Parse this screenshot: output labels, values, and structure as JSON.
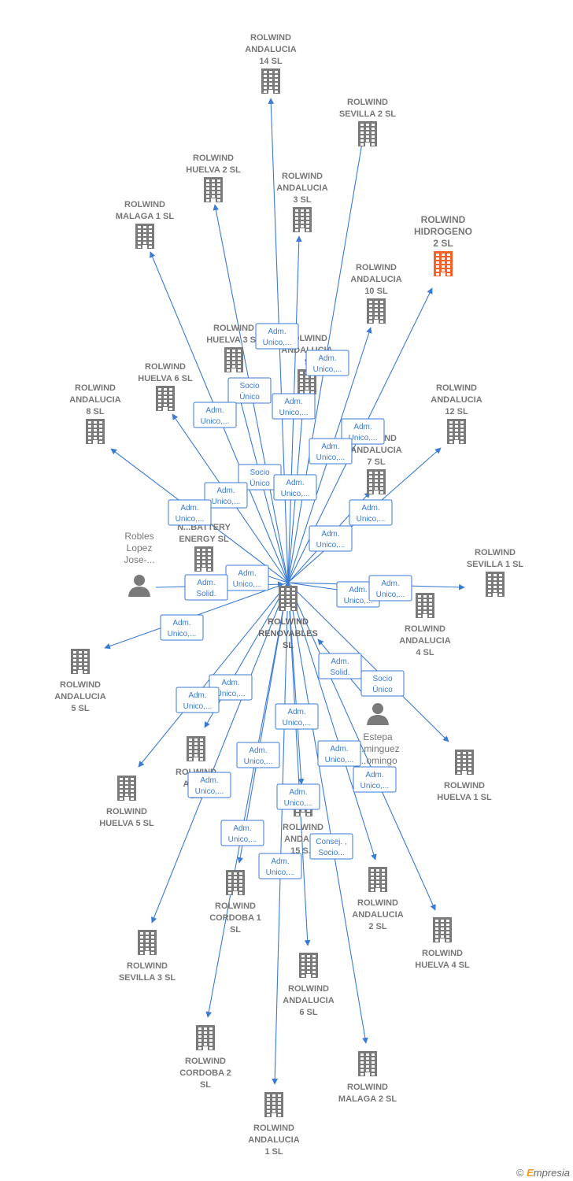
{
  "colors": {
    "edge": "#3a7bd5",
    "node": "#7a7a7a",
    "highlight": "#f4622a"
  },
  "center": {
    "id": "renovables",
    "lines": [
      "ROLWIND",
      "RENOVABLES",
      "SL"
    ]
  },
  "companies": [
    {
      "id": "and14",
      "lines": [
        "ROLWIND",
        "ANDALUCIA",
        "14  SL"
      ]
    },
    {
      "id": "sev2",
      "lines": [
        "ROLWIND",
        "SEVILLA 2  SL"
      ]
    },
    {
      "id": "hue2",
      "lines": [
        "ROLWIND",
        "HUELVA 2  SL"
      ]
    },
    {
      "id": "and3",
      "lines": [
        "ROLWIND",
        "ANDALUCIA",
        "3  SL"
      ]
    },
    {
      "id": "hidro",
      "lines": [
        "ROLWIND",
        "HIDROGENO",
        "2  SL"
      ],
      "highlight": true
    },
    {
      "id": "mal1",
      "lines": [
        "ROLWIND",
        "MALAGA 1  SL"
      ]
    },
    {
      "id": "and10",
      "lines": [
        "ROLWIND",
        "ANDALUCIA",
        "10  SL"
      ]
    },
    {
      "id": "hue3",
      "lines": [
        "ROLWIND",
        "HUELVA 3  SL"
      ]
    },
    {
      "id": "and9",
      "lines": [
        "ROLWIND",
        "ANDALUCIA",
        "9"
      ]
    },
    {
      "id": "hue6",
      "lines": [
        "ROLWIND",
        "HUELVA 6  SL"
      ]
    },
    {
      "id": "and8",
      "lines": [
        "ROLWIND",
        "ANDALUCIA",
        "8  SL"
      ]
    },
    {
      "id": "and12",
      "lines": [
        "ROLWIND",
        "ANDALUCIA",
        "12  SL"
      ]
    },
    {
      "id": "and7",
      "lines": [
        "ROLWIND",
        "ANDALUCIA",
        "7  SL"
      ]
    },
    {
      "id": "battery",
      "lines": [
        "N...BATTERY",
        "ENERGY  SL"
      ]
    },
    {
      "id": "sev1",
      "lines": [
        "ROLWIND",
        "SEVILLA 1  SL"
      ]
    },
    {
      "id": "and4",
      "lines": [
        "ROLWIND",
        "ANDALUCIA",
        "4  SL"
      ]
    },
    {
      "id": "and5",
      "lines": [
        "ROLWIND",
        "ANDALUCIA",
        "5  SL"
      ]
    },
    {
      "id": "and11",
      "lines": [
        "ROLWIND",
        "AND...",
        "1..."
      ]
    },
    {
      "id": "hue5",
      "lines": [
        "ROLWIND",
        "HUELVA 5  SL"
      ]
    },
    {
      "id": "and15",
      "lines": [
        "ROLWIND",
        "ANDAL...",
        "15  S..."
      ]
    },
    {
      "id": "hue1",
      "lines": [
        "ROLWIND",
        "HUELVA 1  SL"
      ]
    },
    {
      "id": "cor1",
      "lines": [
        "ROLWIND",
        "CORDOBA 1",
        "SL"
      ]
    },
    {
      "id": "and2",
      "lines": [
        "ROLWIND",
        "ANDALUCIA",
        "2  SL"
      ]
    },
    {
      "id": "sev3",
      "lines": [
        "ROLWIND",
        "SEVILLA 3  SL"
      ]
    },
    {
      "id": "hue4",
      "lines": [
        "ROLWIND",
        "HUELVA 4  SL"
      ]
    },
    {
      "id": "and6",
      "lines": [
        "ROLWIND",
        "ANDALUCIA",
        "6  SL"
      ]
    },
    {
      "id": "cor2",
      "lines": [
        "ROLWIND",
        "CORDOBA 2",
        "SL"
      ]
    },
    {
      "id": "mal2",
      "lines": [
        "ROLWIND",
        "MALAGA 2  SL"
      ]
    },
    {
      "id": "and1",
      "lines": [
        "ROLWIND",
        "ANDALUCIA",
        "1  SL"
      ]
    }
  ],
  "people": [
    {
      "id": "robles",
      "lines": [
        "Robles",
        "Lopez",
        "Jose-..."
      ]
    },
    {
      "id": "estepa",
      "lines": [
        "Estepa",
        "...minguez",
        "...omingo"
      ]
    }
  ],
  "edges": [
    {
      "to": "and14",
      "label": [
        "Adm.",
        "Unico,..."
      ]
    },
    {
      "to": "sev2",
      "label": [
        "Adm.",
        "Unico,..."
      ]
    },
    {
      "to": "hue2",
      "label": [
        "Socio",
        "Único"
      ]
    },
    {
      "to": "and3",
      "label": [
        "Adm.",
        "Unico,..."
      ]
    },
    {
      "to": "hidro",
      "label": [
        "Adm.",
        "Unico,..."
      ]
    },
    {
      "to": "mal1",
      "label": [
        "Adm.",
        "Unico,..."
      ]
    },
    {
      "to": "and10",
      "label": [
        "Adm.",
        "Unico,..."
      ]
    },
    {
      "to": "hue3",
      "label": [
        "Socio",
        "Único"
      ]
    },
    {
      "to": "and9",
      "label": [
        "Adm.",
        "Unico,..."
      ]
    },
    {
      "to": "hue6",
      "label": [
        "Adm.",
        "Unico,..."
      ]
    },
    {
      "to": "and8",
      "label": [
        "Adm.",
        "Unico,..."
      ]
    },
    {
      "to": "and12",
      "label": [
        "Adm.",
        "Unico,..."
      ]
    },
    {
      "to": "and7",
      "label": [
        "Adm.",
        "Unico,..."
      ]
    },
    {
      "to": "battery",
      "label": [
        "Adm.",
        "Unico,..."
      ]
    },
    {
      "to": "sev1",
      "label": [
        "Adm.",
        "Unico,..."
      ]
    },
    {
      "to": "and4",
      "label": [
        "Adm.",
        "Unico,..."
      ]
    },
    {
      "to": "and5",
      "label": [
        "Adm.",
        "Unico,..."
      ]
    },
    {
      "to": "and11",
      "label": [
        "Adm.",
        "Unico,..."
      ]
    },
    {
      "to": "hue5",
      "label": [
        "Adm.",
        "Unico,..."
      ]
    },
    {
      "to": "and15",
      "label": [
        "Adm.",
        "Unico,..."
      ]
    },
    {
      "to": "hue1",
      "label": [
        "Socio",
        "Único"
      ]
    },
    {
      "to": "cor1",
      "label": [
        "Adm.",
        "Unico,..."
      ]
    },
    {
      "to": "and2",
      "label": [
        "Adm.",
        "Unico,..."
      ]
    },
    {
      "to": "sev3",
      "label": [
        "Adm.",
        "Unico,..."
      ]
    },
    {
      "to": "hue4",
      "label": [
        "Adm.",
        "Unico,..."
      ]
    },
    {
      "to": "and6",
      "label": [
        "Consej. ,",
        "Socio..."
      ]
    },
    {
      "to": "cor2",
      "label": [
        "Adm.",
        "Unico,..."
      ]
    },
    {
      "to": "mal2",
      "label": [
        "Adm.",
        "Unico,..."
      ]
    },
    {
      "to": "and1",
      "label": [
        "Adm.",
        "Unico,..."
      ]
    },
    {
      "from": "robles",
      "to": "renovables",
      "label": [
        "Adm.",
        "Solid."
      ]
    },
    {
      "from": "estepa",
      "to": "renovables",
      "label": [
        "Adm.",
        "Solid."
      ]
    }
  ],
  "brand": {
    "copyright": "©",
    "name_first": "E",
    "name_rest": "mpresia"
  }
}
